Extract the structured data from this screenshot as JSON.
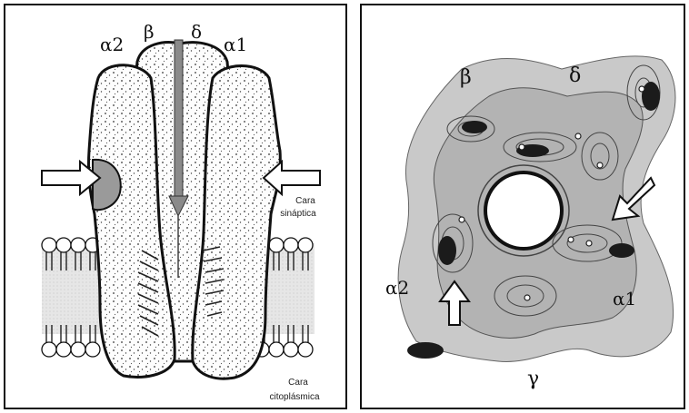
{
  "left_panel": {
    "subunits": {
      "alpha2": "α2",
      "beta": "β",
      "delta": "δ",
      "alpha1": "α1"
    },
    "face_synaptic": [
      "Cara",
      "sináptica"
    ],
    "face_cytoplasmic": [
      "Cara",
      "citoplásmica"
    ]
  },
  "right_panel": {
    "subunits": {
      "beta": "β",
      "delta": "δ",
      "alpha2": "α2",
      "alpha1": "α1",
      "gamma": "γ"
    }
  }
}
